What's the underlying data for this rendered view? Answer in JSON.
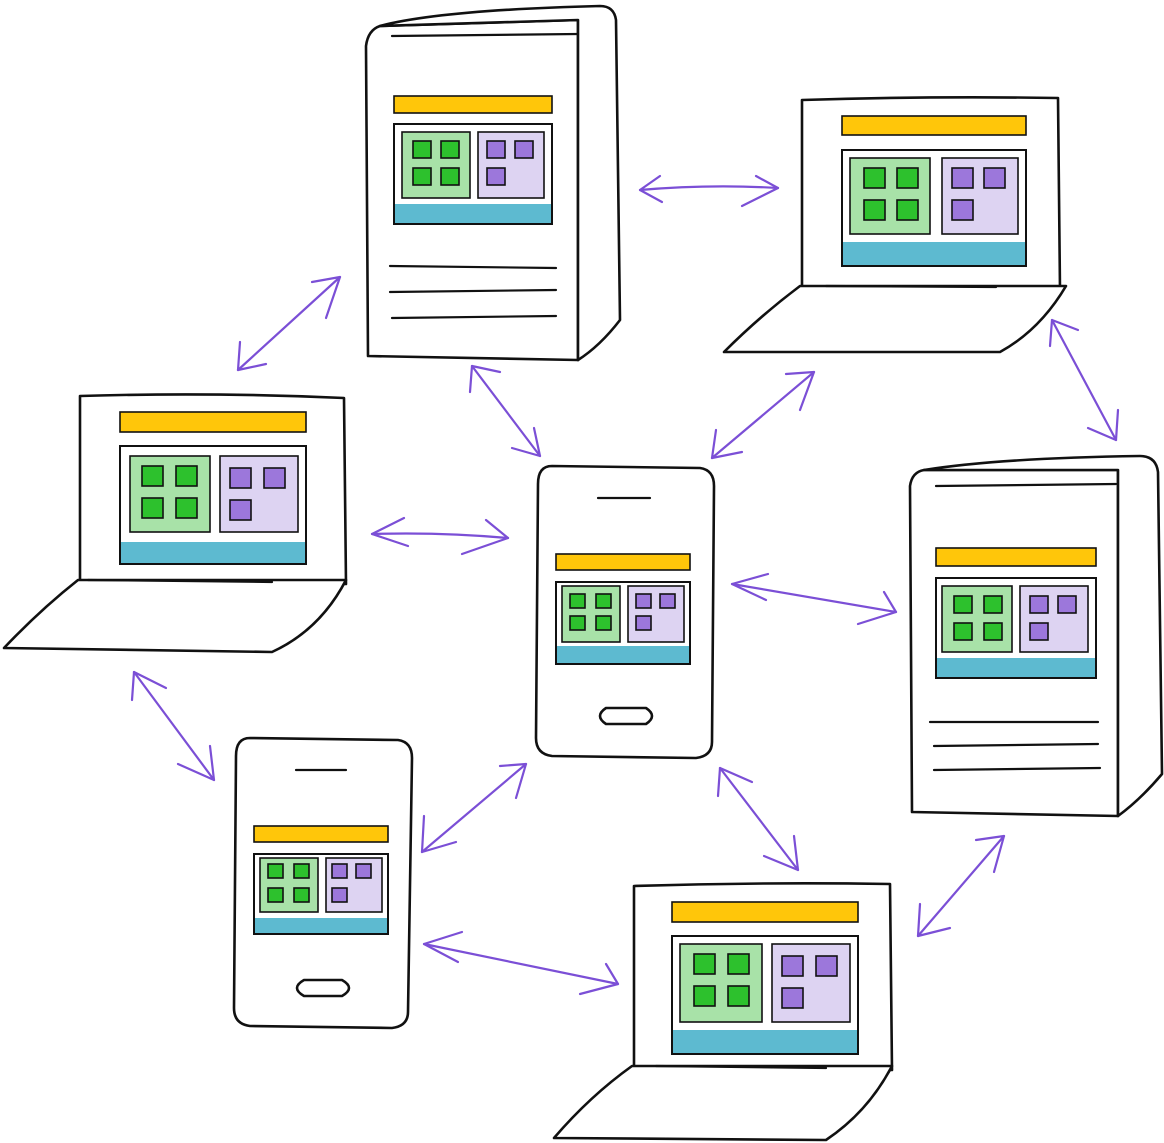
{
  "diagram": {
    "kind": "peer-to-peer device network",
    "devices": [
      {
        "id": "desktop-top",
        "type": "desktop"
      },
      {
        "id": "laptop-top-right",
        "type": "laptop"
      },
      {
        "id": "laptop-left",
        "type": "laptop"
      },
      {
        "id": "phone-center",
        "type": "phone"
      },
      {
        "id": "desktop-right",
        "type": "desktop"
      },
      {
        "id": "phone-bottom-left",
        "type": "phone"
      },
      {
        "id": "laptop-bottom",
        "type": "laptop"
      }
    ],
    "connections": [
      [
        "desktop-top",
        "laptop-top-right"
      ],
      [
        "desktop-top",
        "laptop-left"
      ],
      [
        "desktop-top",
        "phone-center"
      ],
      [
        "laptop-top-right",
        "phone-center"
      ],
      [
        "laptop-top-right",
        "desktop-right"
      ],
      [
        "laptop-left",
        "phone-center"
      ],
      [
        "laptop-left",
        "phone-bottom-left"
      ],
      [
        "phone-center",
        "desktop-right"
      ],
      [
        "phone-center",
        "phone-bottom-left"
      ],
      [
        "phone-center",
        "laptop-bottom"
      ],
      [
        "phone-bottom-left",
        "laptop-bottom"
      ],
      [
        "desktop-right",
        "laptop-bottom"
      ]
    ],
    "colors": {
      "ink": "#111111",
      "arrow": "#7B4FD6",
      "header_bar": "#FFC60A",
      "panel_green": "#A8E2A8",
      "tile_green": "#2DC12D",
      "panel_purple": "#DDD3F2",
      "tile_purple": "#9C77DB",
      "footer_bar": "#5DBAD0"
    }
  }
}
